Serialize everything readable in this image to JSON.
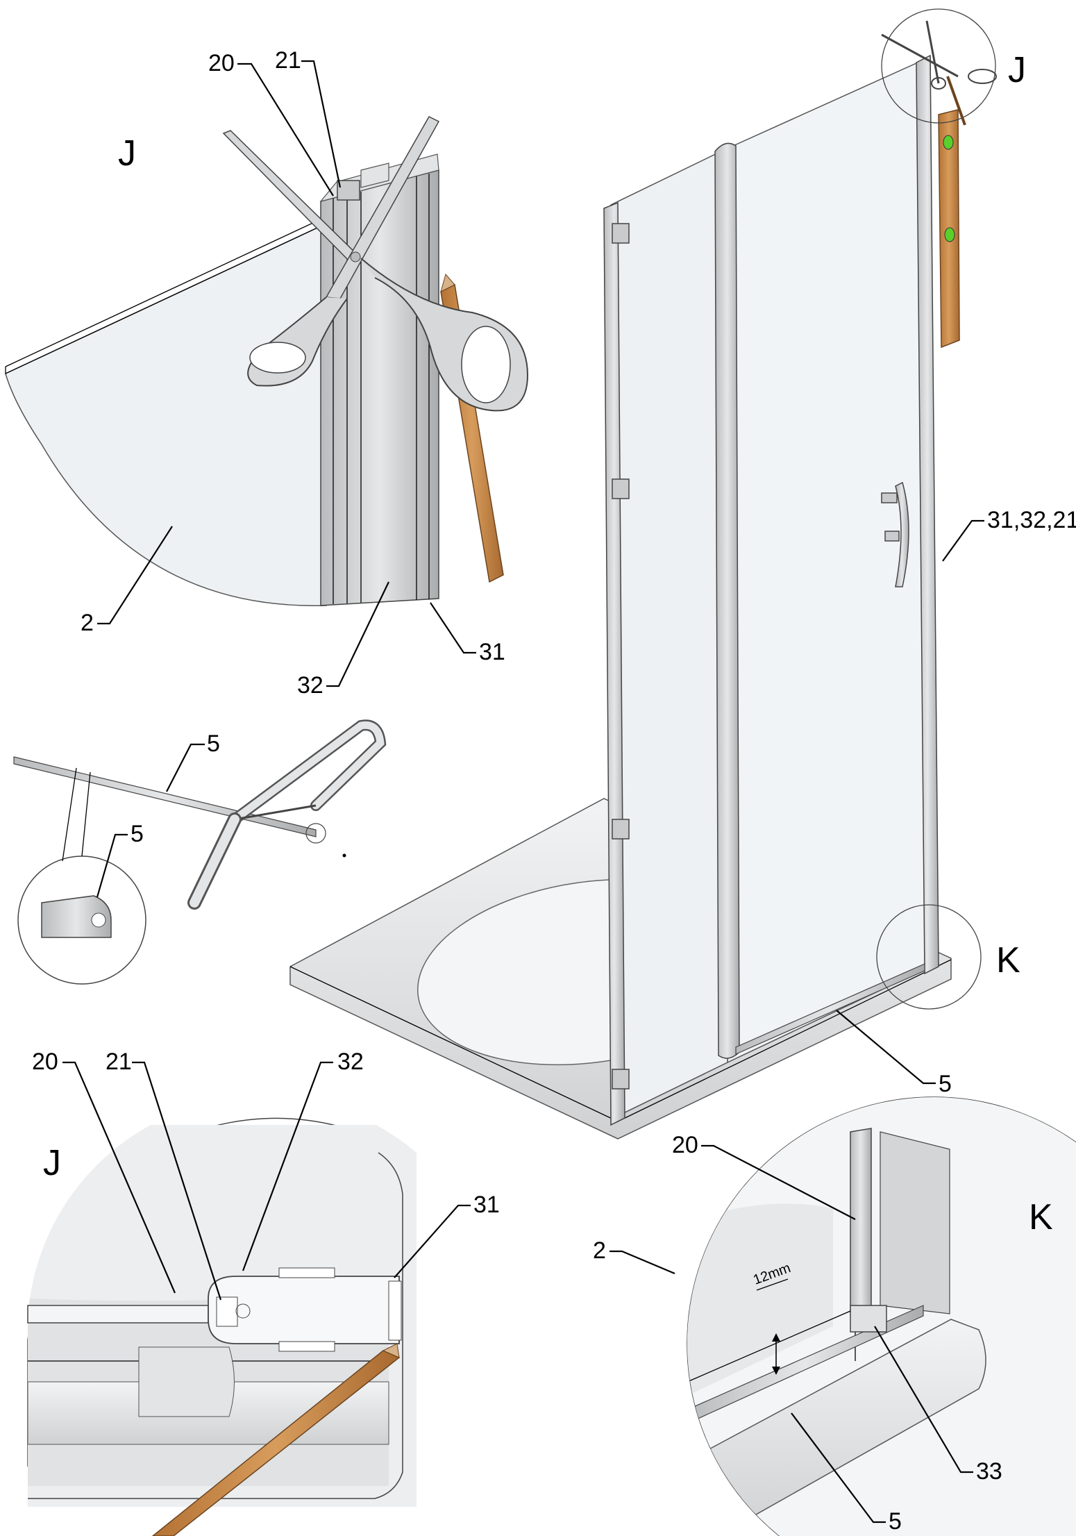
{
  "labels": {
    "scissors_view_letter": "J",
    "scissors_20": "20",
    "scissors_21": "21",
    "scissors_2": "2",
    "scissors_32": "32",
    "scissors_31": "31",
    "saw_5": "5",
    "saw_detail_5": "5",
    "main_J": "J",
    "main_31_32_21": "31,32,21",
    "main_K": "K",
    "main_5": "5",
    "sectionJ_letter": "J",
    "sectionJ_20": "20",
    "sectionJ_21": "21",
    "sectionJ_32": "32",
    "sectionJ_31": "31",
    "detailK_letter": "K",
    "detailK_20": "20",
    "detailK_2": "2",
    "detailK_dimension": "12mm",
    "detailK_33": "33",
    "detailK_5": "5"
  },
  "colors": {
    "wood": "#c98a4b",
    "aluminium": "#c9cbcd",
    "glass": "#eef1f3",
    "level_bubble": "#59d12a"
  },
  "icons": [
    "scissors-icon",
    "hacksaw-icon",
    "pencil-icon",
    "spirit-level-icon"
  ]
}
